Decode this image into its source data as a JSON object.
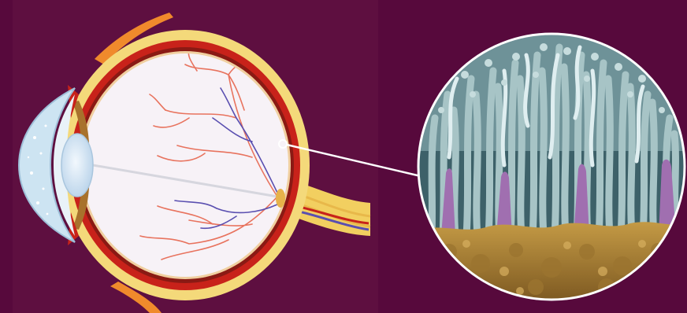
{
  "figure": {
    "subject": "eye-cross-section-with-retina-micrograph",
    "colors": {
      "background": "#57093c",
      "panel": "#5e0f40",
      "sclera": "#f4d97a",
      "choroid": "#c8221a",
      "vitreous": "#f7f2f7",
      "artery": "#e8735e",
      "vein": "#5a4fb0",
      "cornea": "#cde4f2",
      "lens": "#dcebf7",
      "rods": "#a7c4c6",
      "cones": "#a06fb0",
      "pigment_layer": "#b88a3a",
      "connector": "#ffffff"
    },
    "icons": [
      "eye-diagram",
      "retina-magnifier",
      "optic-nerve"
    ]
  }
}
